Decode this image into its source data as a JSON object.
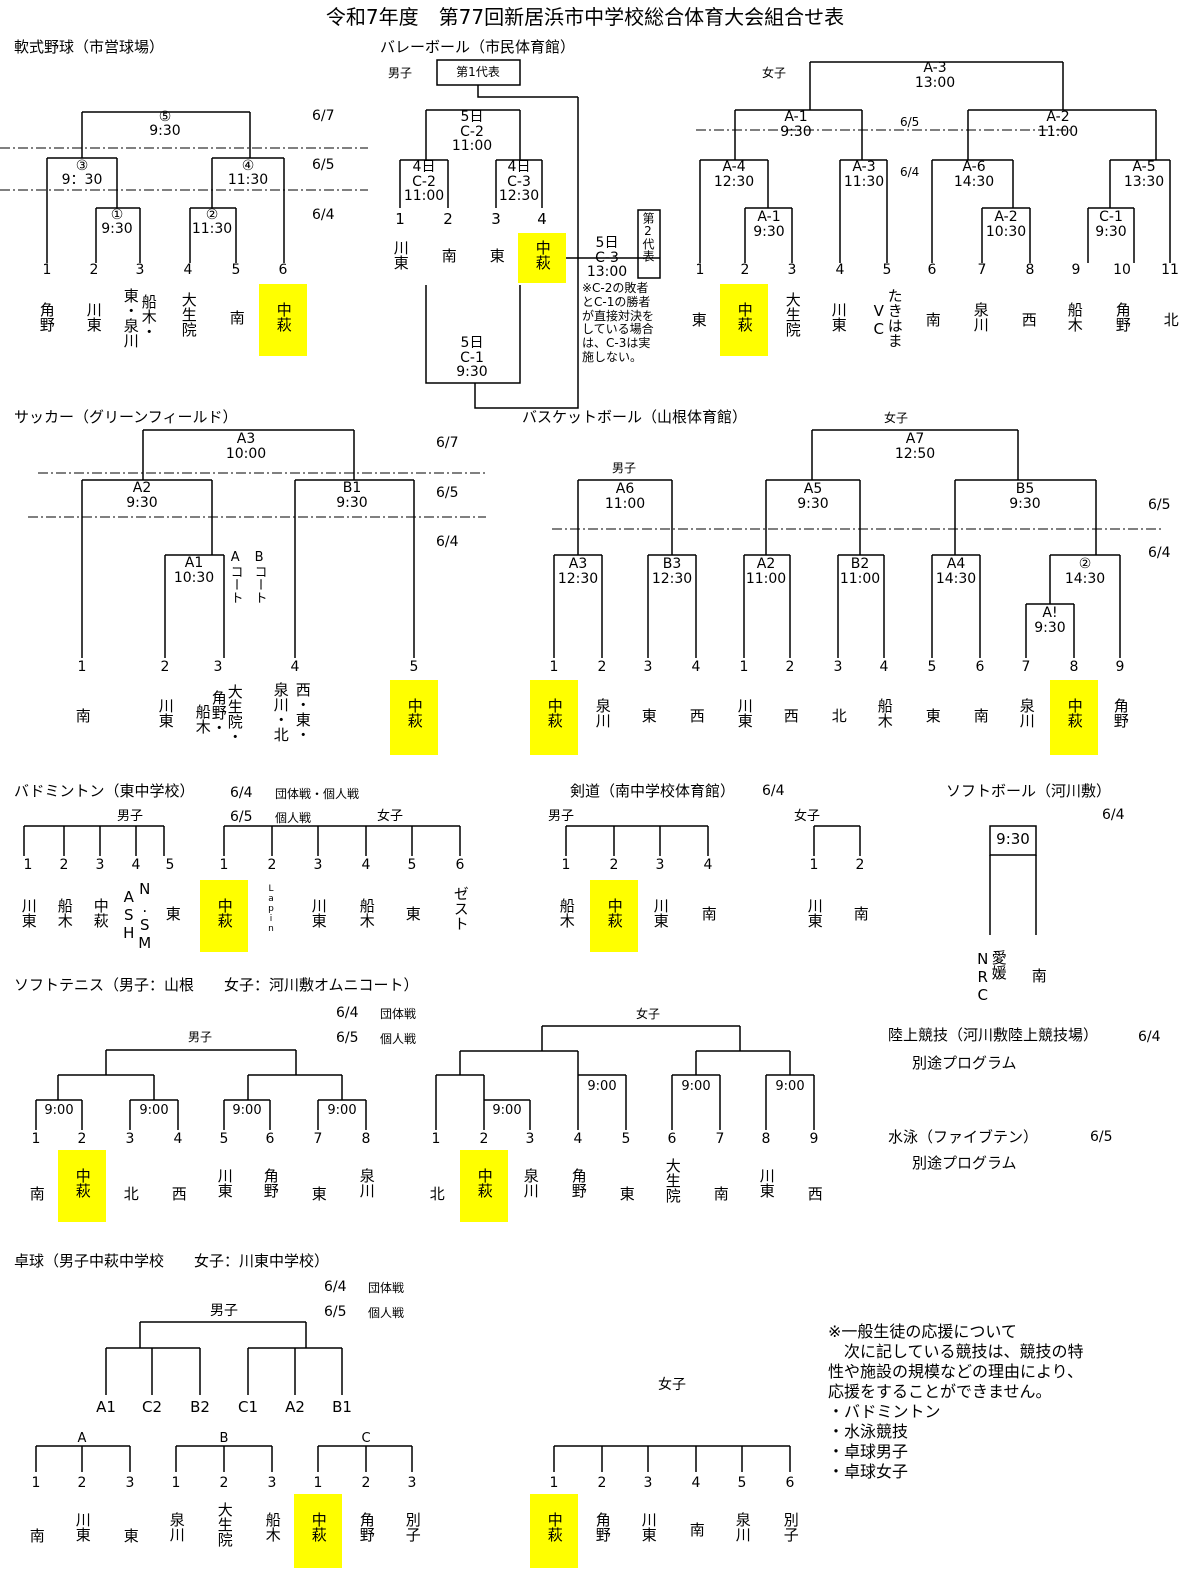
{
  "title": "令和7年度　第77回新居浜市中学校総合体育大会組合せ表",
  "baseball": {
    "heading": "軟式野球（市営球場）",
    "dates": [
      "6/7",
      "6/5",
      "6/4"
    ],
    "matches": [
      {
        "no": "⑤",
        "time": "9:30"
      },
      {
        "no": "③",
        "time": "9：30"
      },
      {
        "no": "④",
        "time": "11:30"
      },
      {
        "no": "①",
        "time": "9:30"
      },
      {
        "no": "②",
        "time": "11:30"
      }
    ],
    "slots": [
      "1",
      "2",
      "3",
      "4",
      "5",
      "6"
    ],
    "teams": [
      "角野",
      "川東",
      "東・泉川",
      "船木・",
      "大生院",
      "南",
      "中萩"
    ],
    "highlight": "中萩"
  },
  "volleyball": {
    "heading": "バレーボール（市民体育館）",
    "boys_label": "男子",
    "rep1": "第1代表",
    "rep2": "第2代表",
    "m_c2_final": {
      "day": "5日",
      "code": "C-2",
      "time": "11:00"
    },
    "m_c2": {
      "day": "4日",
      "code": "C-2",
      "time": "11:00"
    },
    "m_c3_4": {
      "day": "4日",
      "code": "C-3",
      "time": "12:30"
    },
    "m_c3_5": {
      "day": "5日",
      "code": "C-3",
      "time": "13:00"
    },
    "m_c1": {
      "day": "5日",
      "code": "C-1",
      "time": "9:30"
    },
    "slots": [
      "1",
      "2",
      "3",
      "4"
    ],
    "teams": [
      "川東",
      "南",
      "東",
      "中萩"
    ],
    "note": "※C-2の敗者とC-1の勝者が直接対決をしている場合は、C-3は実施しない。",
    "girls_label": "女子",
    "girls_dates": [
      "6/5",
      "6/4"
    ],
    "girls_matches": [
      {
        "code": "A-3",
        "time": "13:00"
      },
      {
        "code": "A-1",
        "time": "9:30"
      },
      {
        "code": "A-2",
        "time": "11:00"
      },
      {
        "code": "A-4",
        "time": "12:30"
      },
      {
        "code": "A-3",
        "time": "11:30"
      },
      {
        "code": "A-6",
        "time": "14:30"
      },
      {
        "code": "A-5",
        "time": "13:30"
      },
      {
        "code": "A-1",
        "time": "9:30"
      },
      {
        "code": "A-2",
        "time": "10:30"
      },
      {
        "code": "C-1",
        "time": "9:30"
      }
    ],
    "girls_slots": [
      "1",
      "2",
      "3",
      "4",
      "5",
      "6",
      "7",
      "8",
      "9",
      "10",
      "11"
    ],
    "girls_teams": [
      "東",
      "中萩",
      "大生院",
      "川東",
      "たきはま",
      "VC",
      "南",
      "泉川",
      "西",
      "船木",
      "角野",
      "北"
    ]
  },
  "soccer": {
    "heading": "サッカー（グリーンフィールド）",
    "dates": [
      "6/7",
      "6/5",
      "6/4"
    ],
    "matches": [
      {
        "code": "A3",
        "time": "10:00"
      },
      {
        "code": "A2",
        "time": "9:30"
      },
      {
        "code": "B1",
        "time": "9:30"
      },
      {
        "code": "A1",
        "time": "10:30"
      }
    ],
    "court_a": "Aコート",
    "court_b": "Bコート",
    "slots": [
      "1",
      "2",
      "3",
      "4",
      "5"
    ],
    "teams": [
      "南",
      "川東",
      "大生院・",
      "角野・",
      "船木",
      "西・東・",
      "泉川・北",
      "中萩"
    ]
  },
  "basketball": {
    "heading": "バスケットボール（山根体育館）",
    "boys_label": "男子",
    "girls_label": "女子",
    "dates": [
      "6/5",
      "6/4"
    ],
    "matches": [
      {
        "code": "A7",
        "time": "12:50"
      },
      {
        "code": "A6",
        "time": "11:00"
      },
      {
        "code": "A5",
        "time": "9:30"
      },
      {
        "code": "B5",
        "time": "9:30"
      },
      {
        "code": "A3",
        "time": "12:30"
      },
      {
        "code": "B3",
        "time": "12:30"
      },
      {
        "code": "A2",
        "time": "11:00"
      },
      {
        "code": "B2",
        "time": "11:00"
      },
      {
        "code": "A4",
        "time": "14:30"
      },
      {
        "code": "②",
        "time": "14:30"
      },
      {
        "code": "A!",
        "time": "9:30"
      }
    ],
    "boys_slots": [
      "1",
      "2",
      "3",
      "4"
    ],
    "girls_slots": [
      "1",
      "2",
      "3",
      "4",
      "5",
      "6",
      "7",
      "8",
      "9"
    ],
    "boys_teams": [
      "中萩",
      "泉川",
      "東",
      "西"
    ],
    "girls_teams": [
      "川東",
      "西",
      "北",
      "船木",
      "東",
      "南",
      "泉川",
      "中萩",
      "角野"
    ]
  },
  "badminton": {
    "heading": "バドミントン（東中学校）",
    "date1": "6/4",
    "date1_label": "団体戦・個人戦",
    "date2": "6/5",
    "date2_label": "個人戦",
    "boys_label": "男子",
    "girls_label": "女子",
    "boys_slots": [
      "1",
      "2",
      "3",
      "4",
      "5"
    ],
    "boys_teams": [
      "川東",
      "船木",
      "中萩",
      "ASH",
      "N.SM",
      "東"
    ],
    "girls_slots": [
      "1",
      "2",
      "3",
      "4",
      "5",
      "6"
    ],
    "girls_teams": [
      "中萩",
      "Lapin",
      "川東",
      "船木",
      "東",
      "ゼスト"
    ]
  },
  "kendo": {
    "heading": "剣道（南中学校体育館）",
    "date": "6/4",
    "boys_label": "男子",
    "girls_label": "女子",
    "boys_slots": [
      "1",
      "2",
      "3",
      "4"
    ],
    "boys_teams": [
      "船木",
      "中萩",
      "川東",
      "南"
    ],
    "girls_slots": [
      "1",
      "2"
    ],
    "girls_teams": [
      "川東",
      "南"
    ]
  },
  "softball": {
    "heading": "ソフトボール（河川敷）",
    "date": "6/4",
    "time": "9:30",
    "teams": [
      "NRC",
      "愛媛",
      "南"
    ]
  },
  "softtennis": {
    "heading": "ソフトテニス（男子：山根　　女子：河川敷オムニコート）",
    "date1": "6/4",
    "date1_label": "団体戦",
    "date2": "6/5",
    "date2_label": "個人戦",
    "boys_label": "男子",
    "girls_label": "女子",
    "time": "9:00",
    "boys_slots": [
      "1",
      "2",
      "3",
      "4",
      "5",
      "6",
      "7",
      "8"
    ],
    "boys_teams": [
      "南",
      "中萩",
      "北",
      "西",
      "川東",
      "角野",
      "東",
      "泉川"
    ],
    "girls_slots": [
      "1",
      "2",
      "3",
      "4",
      "5",
      "6",
      "7",
      "8",
      "9"
    ],
    "girls_teams": [
      "北",
      "中萩",
      "泉川",
      "角野",
      "東",
      "大生院",
      "南",
      "川東",
      "西"
    ]
  },
  "athletics": {
    "heading": "陸上競技（河川敷陸上競技場）",
    "date": "6/4",
    "note": "別途プログラム"
  },
  "swimming": {
    "heading": "水泳（ファイブテン）",
    "date": "6/5",
    "note": "別途プログラム"
  },
  "tabletennis": {
    "heading": "卓球（男子中萩中学校　　女子：川東中学校）",
    "date1": "6/4",
    "date1_label": "団体戦",
    "date2": "6/5",
    "date2_label": "個人戦",
    "boys_label": "男子",
    "girls_label": "女子",
    "codes": [
      "A1",
      "C2",
      "B2",
      "C1",
      "A2",
      "B1"
    ],
    "groups": [
      "A",
      "B",
      "C"
    ],
    "group_slots": [
      "1",
      "2",
      "3"
    ],
    "boys_teams": [
      "南",
      "川東",
      "東",
      "泉川",
      "大生院",
      "船木",
      "中萩",
      "角野",
      "別子"
    ],
    "girls_slots": [
      "1",
      "2",
      "3",
      "4",
      "5",
      "6"
    ],
    "girls_teams": [
      "中萩",
      "角野",
      "川東",
      "南",
      "泉川",
      "別子"
    ]
  },
  "cheer_note": {
    "lines": [
      "※一般生徒の応援について",
      "　次に記している競技は、競技の特",
      "性や施設の規模などの理由により、",
      "応援をすることができません。"
    ],
    "items": [
      "・バドミントン",
      "・水泳競技",
      "・卓球男子",
      "・卓球女子"
    ]
  },
  "colors": {
    "highlight": "#ffff00",
    "line": "#000000"
  }
}
